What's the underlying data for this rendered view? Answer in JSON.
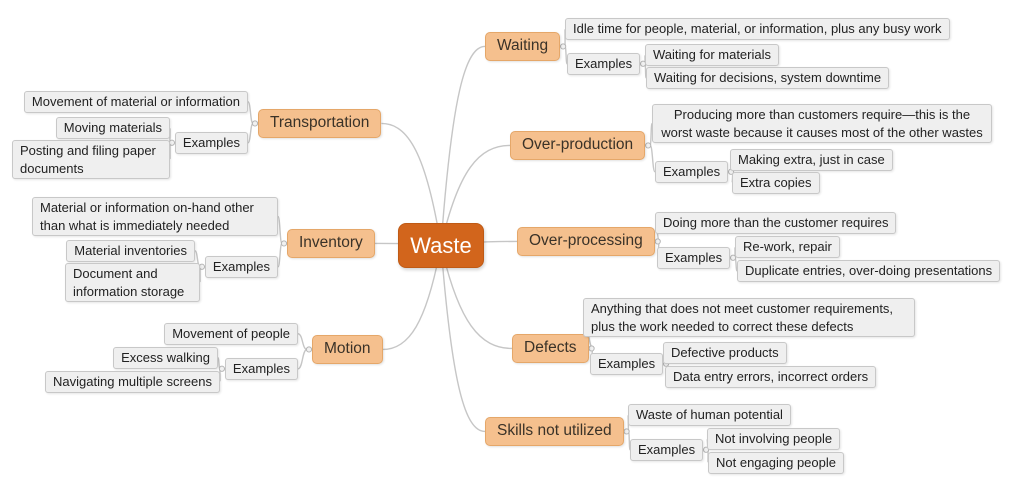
{
  "center": {
    "label": "Waste"
  },
  "branches": {
    "left": [
      {
        "topic": "Transportation",
        "description": "Movement of material or information",
        "examples_label": "Examples",
        "examples": [
          "Moving materials",
          "Posting and filing paper documents"
        ]
      },
      {
        "topic": "Inventory",
        "description": "Material or information on-hand other than what is immediately needed",
        "examples_label": "Examples",
        "examples": [
          "Material inventories",
          "Document and information storage"
        ]
      },
      {
        "topic": "Motion",
        "description": "Movement of people",
        "examples_label": "Examples",
        "examples": [
          "Excess walking",
          "Navigating multiple screens"
        ]
      }
    ],
    "right": [
      {
        "topic": "Waiting",
        "description": "Idle time for people, material, or information, plus any busy work",
        "examples_label": "Examples",
        "examples": [
          "Waiting for materials",
          "Waiting for decisions, system downtime"
        ]
      },
      {
        "topic": "Over-production",
        "description": "Producing more than customers require—this is the worst waste because it causes most of the other wastes",
        "examples_label": "Examples",
        "examples": [
          "Making extra, just in case",
          "Extra copies"
        ]
      },
      {
        "topic": "Over-processing",
        "description": "Doing more than the customer requires",
        "examples_label": "Examples",
        "examples": [
          "Re-work, repair",
          "Duplicate entries, over-doing presentations"
        ]
      },
      {
        "topic": "Defects",
        "description": "Anything that does not meet customer requirements, plus the work needed to correct these defects",
        "examples_label": "Examples",
        "examples": [
          "Defective products",
          "Data entry errors, incorrect orders"
        ]
      },
      {
        "topic": "Skills not utilized",
        "description": "Waste of human potential",
        "examples_label": "Examples",
        "examples": [
          "Not involving people",
          "Not engaging people"
        ]
      }
    ]
  },
  "colors": {
    "center_fill": "#d2651c",
    "topic_fill": "#f5c08e",
    "topic_border": "#e5a769",
    "leaf_fill": "#efefef",
    "leaf_border": "#c8c8c8",
    "connector_line": "#c6c6c6"
  }
}
